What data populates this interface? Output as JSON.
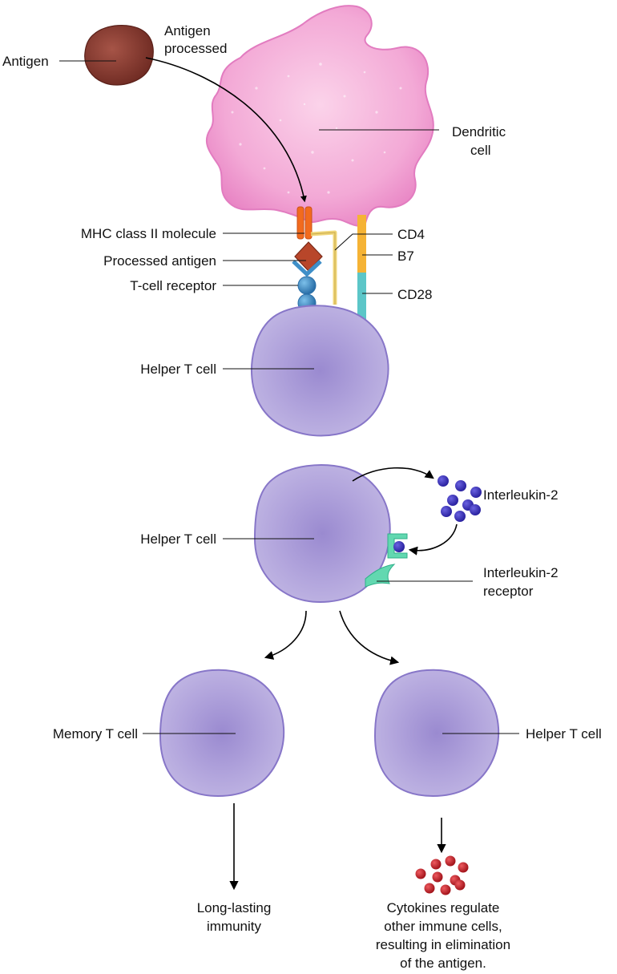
{
  "labels": {
    "antigen": "Antigen",
    "antigen_processed_line1": "Antigen",
    "antigen_processed_line2": "processed",
    "dendritic_line1": "Dendritic",
    "dendritic_line2": "cell",
    "mhc": "MHC class II molecule",
    "processed_antigen": "Processed antigen",
    "tcr": "T-cell receptor",
    "cd4": "CD4",
    "b7": "B7",
    "cd28": "CD28",
    "helper_t_top": "Helper T cell",
    "helper_t_mid": "Helper T cell",
    "il2": "Interleukin-2",
    "il2r_line1": "Interleukin-2",
    "il2r_line2": "receptor",
    "memory_t": "Memory T cell",
    "helper_t_right": "Helper T cell",
    "immunity_line1": "Long-lasting",
    "immunity_line2": "immunity",
    "cytokines_line1": "Cytokines regulate",
    "cytokines_line2": "other immune cells,",
    "cytokines_line3": "resulting in elimination",
    "cytokines_line4": "of the antigen."
  },
  "colors": {
    "dendritic": "#f2a6d4",
    "dendritic_edge": "#e27cc0",
    "tcell": "#a99ad6",
    "tcell_edge": "#8776c8",
    "antigen": "#8b3a30",
    "mhc": "#f26b1d",
    "processed_antigen": "#b8462a",
    "tcr": "#3f8fc8",
    "cd4": "#f0d67a",
    "b7": "#f5b335",
    "cd28": "#5cc6c8",
    "il2": "#3f35c2",
    "il2_receptor": "#62d8b0",
    "cytokine": "#c8222a"
  }
}
